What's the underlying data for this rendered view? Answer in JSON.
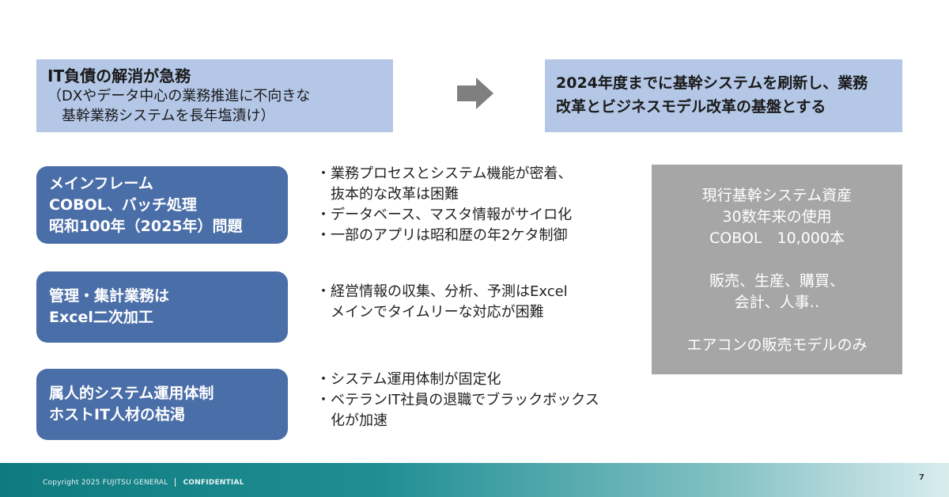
{
  "problem": {
    "title": "IT負債の解消が急務",
    "line1": "（DXやデータ中心の業務推進に不向きな",
    "line2": "　基幹業務システムを長年塩漬け）"
  },
  "goal": {
    "line1": "2024年度までに基幹システムを刷新し、業務",
    "line2": "改革とビジネスモデル改革の基盤とする"
  },
  "issues": [
    {
      "lines": [
        "メインフレーム",
        "COBOL、バッチ処理",
        "昭和100年（2025年）問題"
      ],
      "bullets": [
        "・業務プロセスとシステム機能が密着、",
        "　抜本的な改革は困難",
        "・データベース、マスタ情報がサイロ化",
        "・一部のアプリは昭和歴の年2ケタ制御"
      ]
    },
    {
      "lines": [
        "管理・集計業務は",
        "Excel二次加工"
      ],
      "bullets": [
        "・経営情報の収集、分析、予測はExcel",
        "　メインでタイムリーな対応が困難"
      ]
    },
    {
      "lines": [
        "属人的システム運用体制",
        "ホストIT人材の枯渇"
      ],
      "bullets": [
        "・システム運用体制が固定化",
        "・ベテランIT社員の退職でブラックボックス",
        "　化が加速"
      ]
    }
  ],
  "assets": {
    "line1": "現行基幹システム資産",
    "line2": "30数年来の使用",
    "line3": "COBOL　10,000本",
    "line4": "販売、生産、購買、",
    "line5": "会計、人事‥",
    "line6": "エアコンの販売モデルのみ"
  },
  "footer": {
    "copyright": "Copyright 2025 FUJITSU GENERAL",
    "confidential": "CONFIDENTIAL",
    "page": "7"
  },
  "colors": {
    "top_box": "#b4c7e7",
    "pill": "#4a6ea8",
    "gray_box": "#a6a6a6",
    "footer_teal": "#0f7b80"
  }
}
